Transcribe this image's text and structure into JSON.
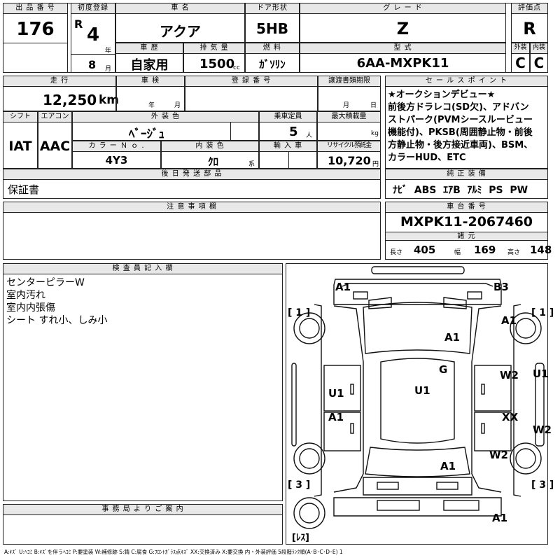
{
  "lot": {
    "label": "出 品 番 号",
    "value": "176"
  },
  "first_reg": {
    "label": "初度登録",
    "era": "R",
    "year": "4",
    "year_unit": "年",
    "month": "8",
    "month_unit": "月"
  },
  "car_name": {
    "label": "車 名",
    "value": "アクア"
  },
  "door": {
    "label": "ドア形状",
    "value": "5HB"
  },
  "grade": {
    "label": "グ レ ー ド",
    "value": "Z"
  },
  "score": {
    "label": "評価点",
    "value": "R"
  },
  "history": {
    "label": "車 歴",
    "value": "自家用"
  },
  "displacement": {
    "label": "排 気 量",
    "value": "1500",
    "unit": "cc"
  },
  "fuel": {
    "label": "燃 料",
    "value": "ｶﾞｿﾘﾝ"
  },
  "model": {
    "label": "型 式",
    "value": "6AA-MXPK11"
  },
  "exterior_grade": {
    "label": "外装",
    "value": "C"
  },
  "interior_grade": {
    "label": "内装",
    "value": "C"
  },
  "mileage": {
    "label": "走 行",
    "value": "12,250",
    "unit": "km"
  },
  "inspection": {
    "label": "車 検",
    "year_unit": "年",
    "month_unit": "月"
  },
  "registration_no": {
    "label": "登 録 番 号"
  },
  "transfer_deadline": {
    "label": "譲渡書類期限",
    "month_unit": "月",
    "day_unit": "日"
  },
  "shift": {
    "label": "シフト",
    "value": "IAT"
  },
  "aircon": {
    "label": "エアコン",
    "value": "AAC"
  },
  "exterior_color": {
    "label": "外 装 色",
    "value": "ﾍﾞｰｼﾞｭ"
  },
  "capacity": {
    "label": "乗車定員",
    "value": "5",
    "unit": "人"
  },
  "max_load": {
    "label": "最大積載量",
    "unit": "kg"
  },
  "color_no": {
    "label": "カ ラ ー Ｎ ｏ .",
    "value": "4Y3"
  },
  "interior_color": {
    "label": "内 装 色",
    "value": "ｸﾛ",
    "unit": "系"
  },
  "import": {
    "label": "輸 入 車"
  },
  "recycle": {
    "label": "リサイクル預託金",
    "value": "10,720",
    "unit": "円"
  },
  "sales_point": {
    "label": "セ ー ル ス ポ イ ン ト",
    "lines": [
      "★オークションデビュー★",
      "前後方ドラレコ(SD欠)、アドバン",
      "ストパーク(PVMシースルービュー",
      "機能付)、PKSB(周囲静止物・前後",
      "方静止物・後方接近車両)、BSM、",
      "カラーHUD、ETC"
    ]
  },
  "later_parts": {
    "label": "後 日 発 送 部 品",
    "value": "保証書"
  },
  "equipment": {
    "label": "純 正 装 備",
    "value": "ﾅﾋﾞ  ABS  ｴｱB  ｱﾙﾐ  PS  PW"
  },
  "notes": {
    "label": "注 意 事 項 欄"
  },
  "chassis": {
    "label": "車 台 番 号",
    "value": "MXPK11-2067460"
  },
  "dimensions": {
    "label": "諸 元",
    "length_label": "長さ",
    "length": "405",
    "width_label": "幅",
    "width": "169",
    "height_label": "高さ",
    "height": "148"
  },
  "inspector": {
    "label": "検 査 員 記 入 欄",
    "lines": [
      "センターピラーW",
      "室内汚れ",
      "室内内張傷",
      "シート すれ小、しみ小"
    ]
  },
  "office": {
    "label": "事 務 局 よ り ご 案 内"
  },
  "diagram_marks": {
    "m1": "A1",
    "m2": "B3",
    "m3": "A1",
    "m4": "A1",
    "m5": "G",
    "m6": "W2",
    "m7": "U1",
    "m8": "U1",
    "m9": "U1",
    "m10": "A1",
    "m11": "XX",
    "m12": "W2",
    "m13": "W2",
    "m14": "A1",
    "m15": "A1",
    "t1": "1",
    "t2": "1",
    "t3": "3",
    "t4": "3",
    "t5": "ﾚｽ"
  },
  "legend": "A:ｷｽﾞ U:ﾍｺﾐ B:ｷｽﾞを伴うﾍｺﾐ P:要塗装 W:補修跡 S:錆 C:腐食 G:ﾌﾛﾝﾄｶﾞﾗｽ点ｷｽﾞ XX:交換済み X:要交換 内・外装評価 5段階ﾗﾝｸ順(A･B･C･D･E) 1"
}
